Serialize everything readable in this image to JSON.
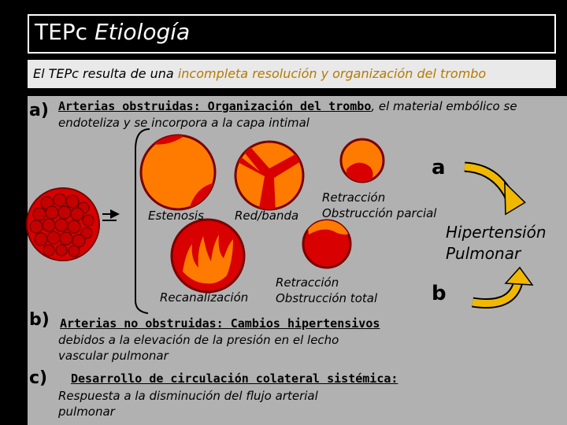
{
  "title": {
    "prefix": "TEPc",
    "suffix": "Etiología"
  },
  "subtitle": {
    "part1": "El TEPc resulta de una ",
    "highlight": "incompleta resolución y organización del trombo"
  },
  "section_a": {
    "letter": "a)",
    "heading": "Arterias obstruidas: Organización del trombo",
    "text_line1": ", el material embólico se",
    "text_line2": "endoteliza y se incorpora a la capa intimal"
  },
  "section_b": {
    "letter": "b)",
    "heading": "Arterias no obstruidas: Cambios hipertensivos",
    "text_line1": "debidos a la elevación de la presión en el lecho",
    "text_line2": "vascular pulmonar"
  },
  "section_c": {
    "letter": "c)",
    "heading": "Desarrollo de circulación colateral sistémica:",
    "text_line1": "Respuesta a la disminución del flujo arterial",
    "text_line2": "pulmonar"
  },
  "labels": {
    "estenosis": "Estenosis",
    "red_banda": "Red/banda",
    "retraccion1": "Retracción",
    "obstruccion_parcial": "Obstrucción parcial",
    "recanalizacion": "Recanalización",
    "retraccion2": "Retracción",
    "obstruccion_total": "Obstrucción total",
    "hipertension_line1": "Hipertensión",
    "hipertension_line2": "Pulmonar",
    "marker_a": "a",
    "marker_b": "b"
  },
  "colors": {
    "red": "#d80000",
    "orange": "#ff7b00",
    "dark_red": "#7a0000",
    "arrow_yellow": "#f0b800",
    "content_bg": "#b1b1b1",
    "highlight": "#b57a00"
  }
}
